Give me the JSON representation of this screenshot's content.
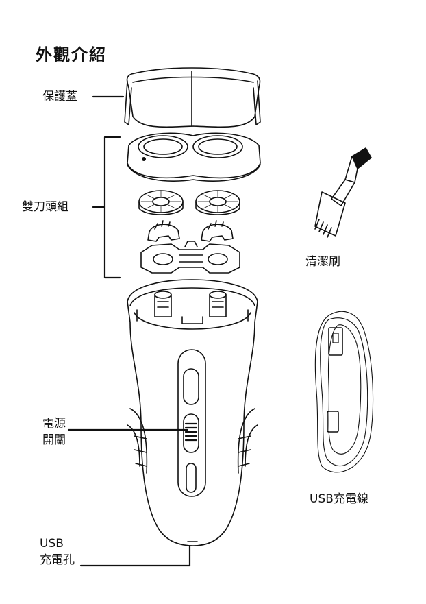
{
  "title": "外觀介紹",
  "labels": {
    "protective_cover": "保護蓋",
    "twin_blade_set": "雙刀頭組",
    "power_switch_line1": "電源",
    "power_switch_line2": "開關",
    "usb_port_line1": "USB",
    "usb_port_line2": "充電孔",
    "cleaning_brush": "清潔刷",
    "usb_cable": "USB充電線"
  }
}
